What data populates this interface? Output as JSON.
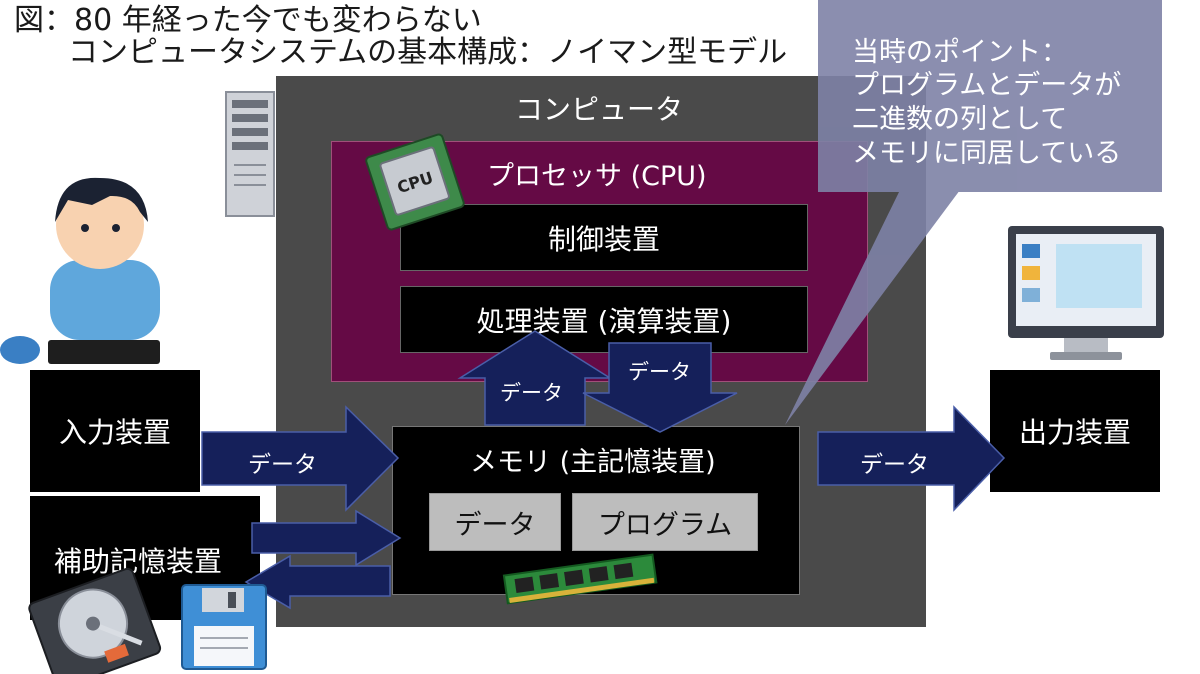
{
  "title": {
    "line1": "図：80 年経った今でも変わらない",
    "line2": "コンピュータシステムの基本構成：ノイマン型モデル"
  },
  "computer": {
    "label": "コンピュータ"
  },
  "processor": {
    "label": "プロセッサ (CPU)",
    "control": "制御装置",
    "alu": "処理装置 (演算装置)"
  },
  "memory": {
    "label": "メモリ (主記憶装置)",
    "data": "データ",
    "program": "プログラム"
  },
  "devices": {
    "input": "入力装置",
    "output": "出力装置",
    "storage": "補助記憶装置"
  },
  "arrows": {
    "input_to_memory": "データ",
    "memory_to_output": "データ",
    "memory_to_cpu": "データ",
    "cpu_to_memory": "データ"
  },
  "callout": {
    "line1": "当時のポイント：",
    "line2": "プログラムとデータが",
    "line3": "二進数の列として",
    "line4": "メモリに同居している"
  },
  "icons": [
    "person-typing-icon",
    "server-tower-icon",
    "cpu-chip-icon",
    "monitor-icon",
    "ram-module-icon",
    "hard-disk-icon",
    "floppy-disk-icon"
  ],
  "colors": {
    "computer_bg": "#4a4a4a",
    "cpu_bg": "#650a45",
    "arrow_navy": "#15205a",
    "callout_bg": "#7e82a6"
  }
}
